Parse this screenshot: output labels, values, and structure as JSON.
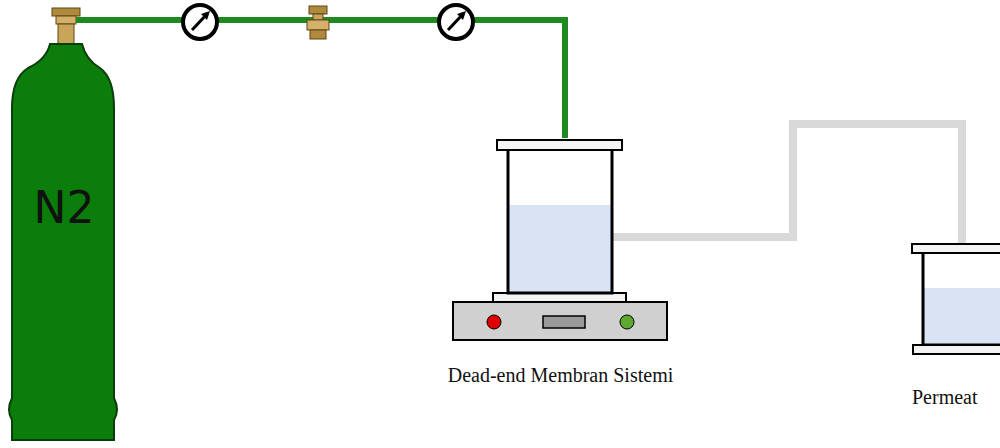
{
  "diagram": {
    "nodes": [
      {
        "text": [
          "N2"
        ]
      },
      {
        "text": [
          "Dead-end Membran Sistemi"
        ]
      },
      {
        "text": [
          "Permeat"
        ]
      }
    ],
    "edges": [
      {
        "from": 0,
        "to": 1,
        "arrow": "none"
      },
      {
        "from": 1,
        "to": 2,
        "arrow": "none"
      }
    ]
  }
}
